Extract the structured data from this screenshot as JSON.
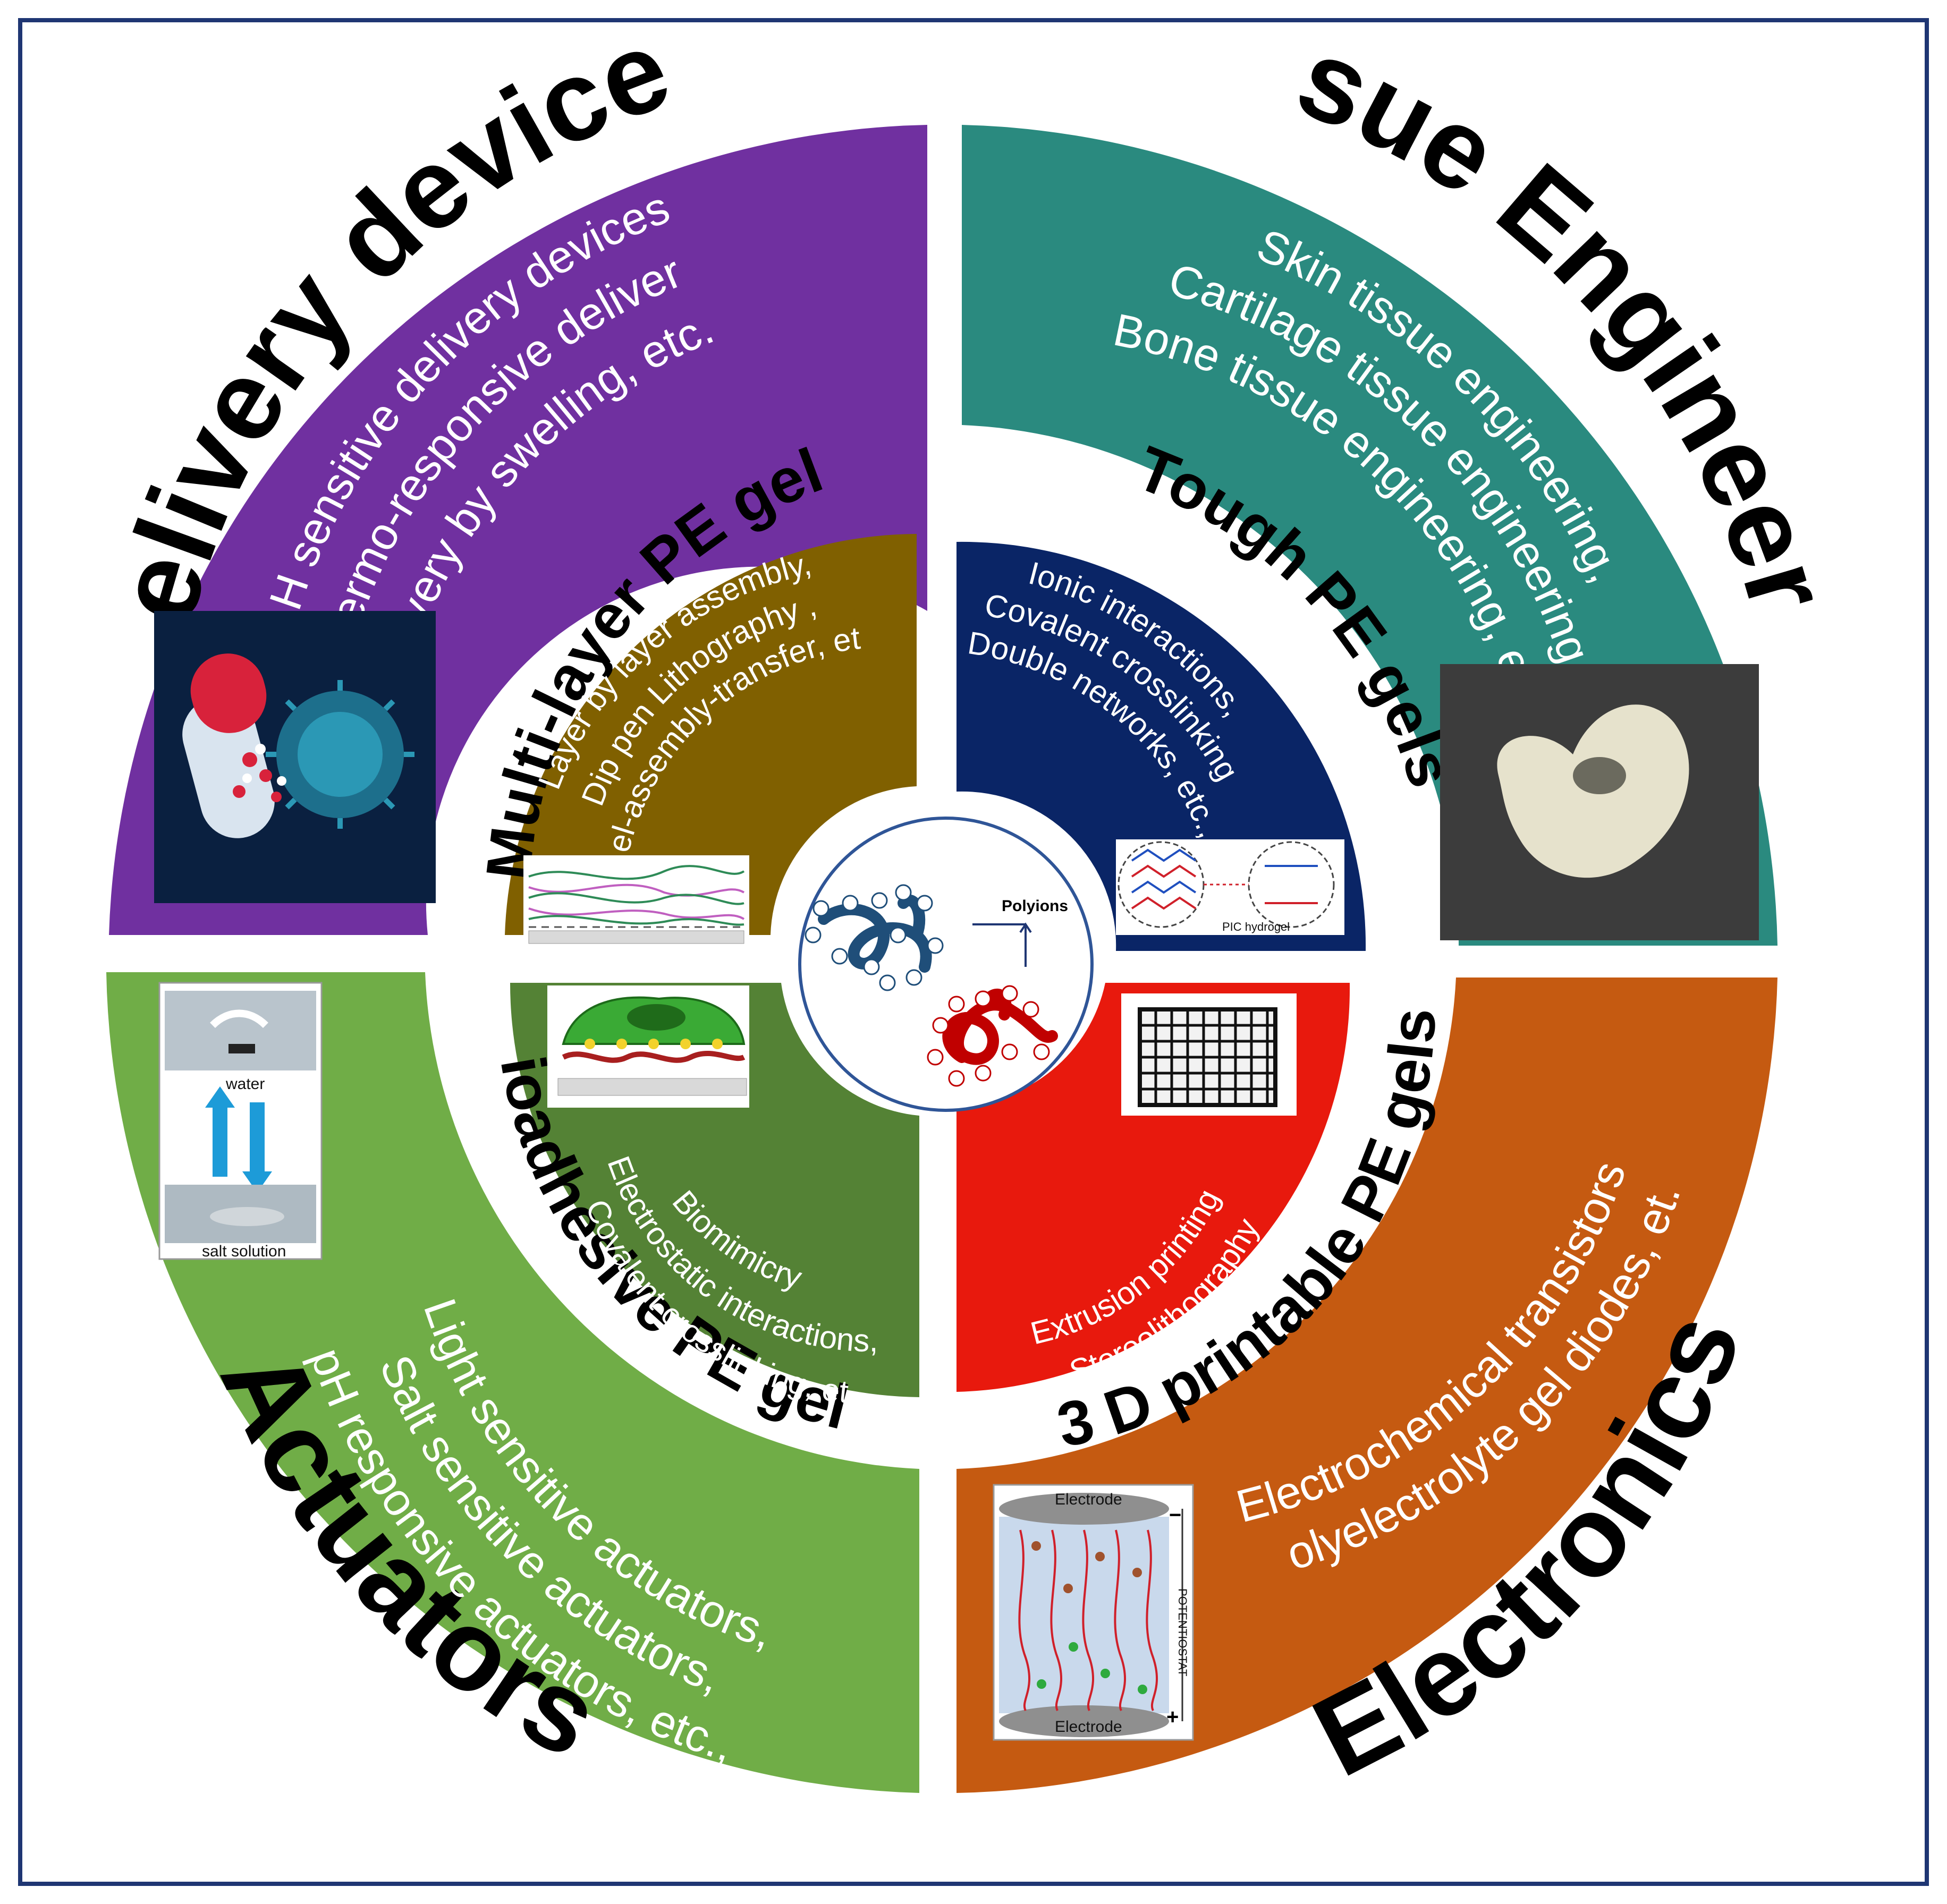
{
  "colors": {
    "frame": "#1f3673",
    "delivery": "#7030a0",
    "tissue": "#2a8a7f",
    "actuators": "#70ad47",
    "electronics": "#c55a11",
    "multilayer": "#806000",
    "tough": "#0a2566",
    "bioadhesive": "#548235",
    "printable": "#e8190d",
    "center_ring": "#2f5597",
    "positive_chain": "#1f4e79",
    "negative_chain": "#c00000"
  },
  "center": {
    "label": "Polyions"
  },
  "application_titles": {
    "delivery": "Delivery devices",
    "tissue": "Tissue Engineering",
    "actuators": "Actuators",
    "electronics": "Electronics"
  },
  "application_items": {
    "delivery": [
      "pH sensitive delivery devices,",
      "Thermo-responsive delivery,",
      "Delivery by swelling, etc.,"
    ],
    "tissue": [
      "Skin tissue engineering,",
      "Cartilage tissue engineering,",
      "Bone tissue engineering, etc.,"
    ],
    "actuators": [
      "Light sensitive actuators,",
      "Salt sensitive actuators,",
      "pH responsive actuators, etc.,"
    ],
    "electronics": [
      "Electrochemical transistors,",
      "polyelectrolyte gel diodes, et.,"
    ]
  },
  "gel_labels": {
    "multilayer": "Multi-layer PE gels",
    "tough": "Tough PE gels",
    "bioadhesive": "Bioadhesive PE gels",
    "printable": "3 D printable PE gels"
  },
  "gel_items": {
    "multilayer": [
      "Layer by layer assembly,",
      "Dip pen Lithography ,",
      "peel-assembly-transfer, etc.,"
    ],
    "tough": [
      "Ionic interactions,",
      "Covalent crosslinking,",
      "Double networks, etc.,"
    ],
    "bioadhesive": [
      "Biomimicry",
      "Electrostatic interactions,",
      "Covalent crosslinking, et.,"
    ],
    "printable": [
      "Extrusion printing",
      "Stereolithography"
    ]
  },
  "image_captions": {
    "actuator_top": "water",
    "actuator_bottom": "salt solution",
    "pic_hydrogel": "PIC hydrogel",
    "electrode_top": "Electrode",
    "electrode_bottom": "Electrode",
    "potentiostat": "POTENTIOSTAT",
    "minus_sign": "−",
    "plus_sign": "+"
  },
  "icons": {
    "delivery_image": "capsule-virus-illustration",
    "tissue_image": "hydrogel-ear-photo",
    "actuator_image": "gel-actuator-photos",
    "electronics_image": "electrode-cell-schematic",
    "multilayer_image": "layered-film-schematic",
    "tough_image": "network-schematic",
    "bioadhesive_image": "cell-adhesion-schematic",
    "printable_image": "printed-grid-photo"
  }
}
